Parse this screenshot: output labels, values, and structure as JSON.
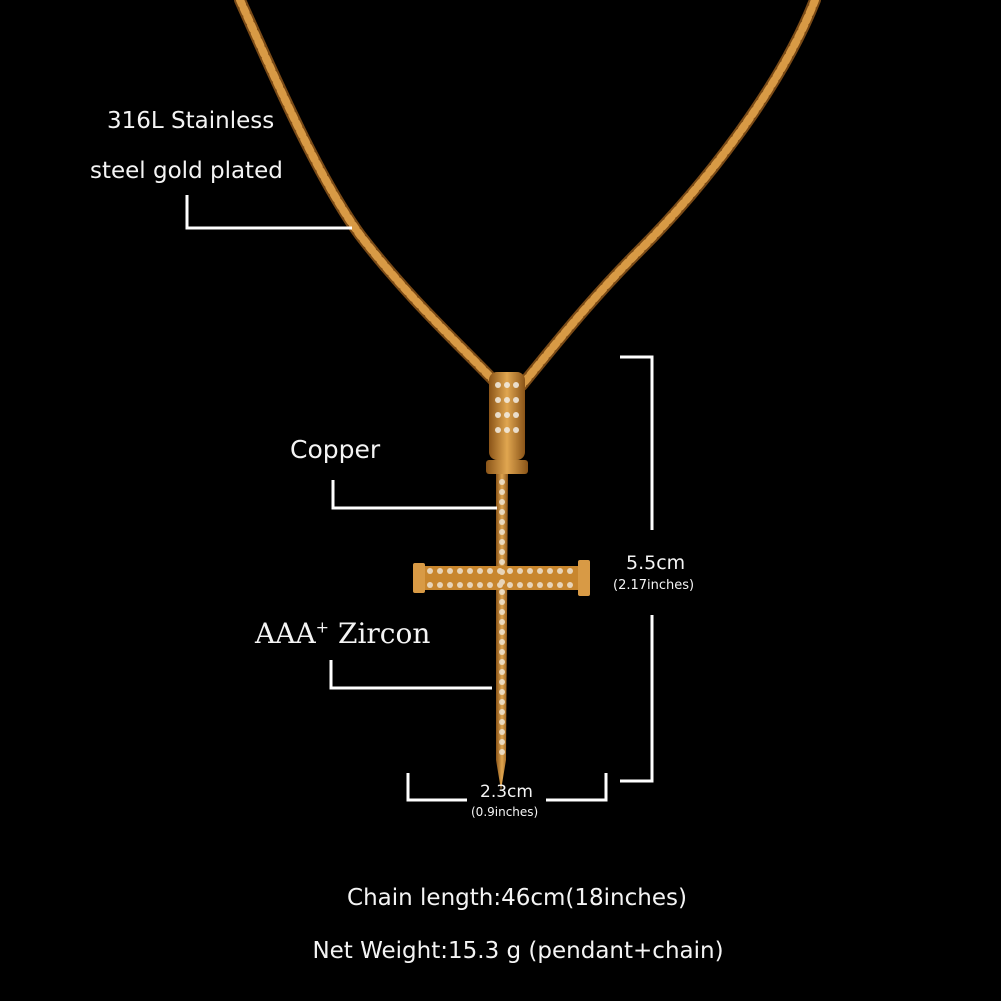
{
  "labels": {
    "material_line1": "316L Stainless",
    "material_line2": "steel gold plated",
    "copper": "Copper",
    "zircon_main": "AAA",
    "zircon_sup": "+",
    "zircon_word": "Zircon",
    "height_cm": "5.5cm",
    "height_in": "(2.17inches)",
    "width_cm": "2.3cm",
    "width_in": "(0.9inches)",
    "chain_length": "Chain length:46cm(18inches)",
    "net_weight": "Net Weight:15.3 g (pendant+chain)"
  },
  "colors": {
    "gold": "#c8862e",
    "gold_light": "#e8b25a",
    "background": "#000000"
  }
}
